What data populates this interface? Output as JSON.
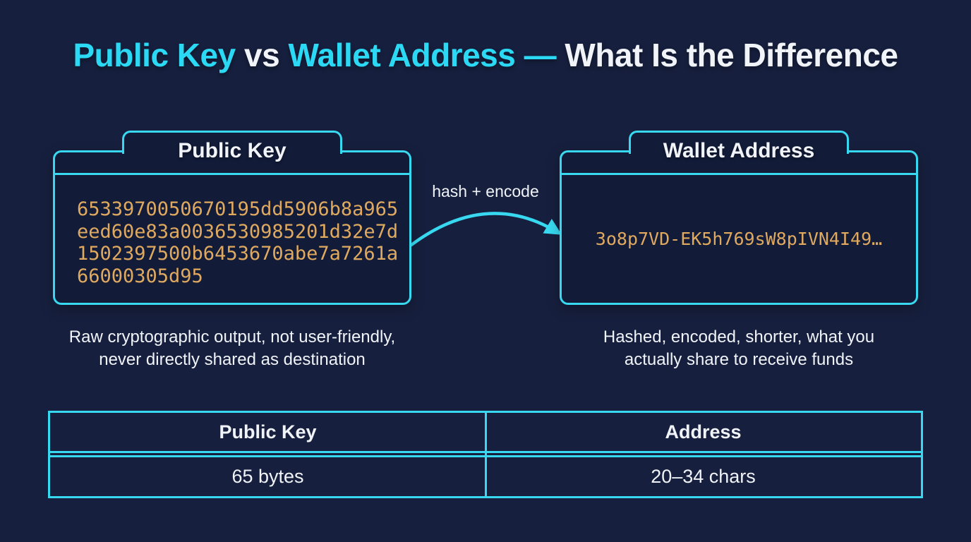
{
  "colors": {
    "background": "#161F3D",
    "panel": "#121B38",
    "accent": "#38D9F0",
    "title_accent": "#2BD9F4",
    "code_text": "#DFA960",
    "text": "#F0F3F8"
  },
  "title": {
    "part1": "Public Key",
    "part2": " vs ",
    "part3": "Wallet Address — ",
    "part4": "What Is the Difference"
  },
  "cards": [
    {
      "title": "Public Key",
      "code_lines": [
        "6533970050670195dd5906b8a965",
        "eed60e83a0036530985201d32e7d",
        "1502397500b6453670abe7a7261a",
        "66000305d95"
      ],
      "caption_line1": "Raw cryptographic output, not user-friendly,",
      "caption_line2": "never directly shared as destination"
    },
    {
      "title": "Wallet Address",
      "address": "3o8p7VD-EK5h769sW8pIVN4I49…",
      "caption_line1": "Hashed, encoded, shorter, what you",
      "caption_line2": "actually share to receive funds"
    }
  ],
  "arrow": {
    "label": "hash + encode"
  },
  "table": {
    "headers": [
      "Public Key",
      "Address"
    ],
    "rows": [
      [
        "65 bytes",
        "20–34 chars"
      ]
    ]
  }
}
